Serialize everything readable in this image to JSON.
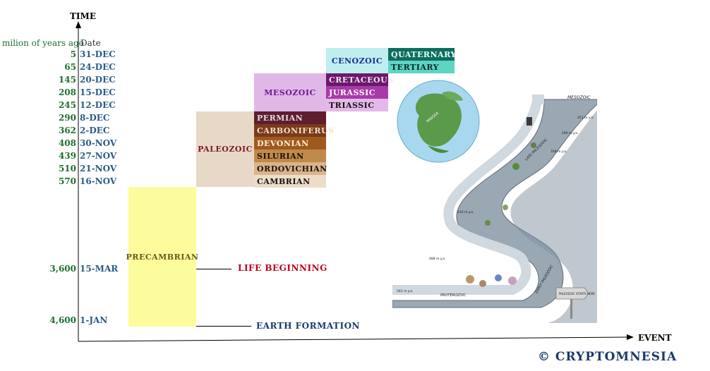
{
  "axes": {
    "y_title": "TIME",
    "x_title": "EVENT",
    "col_mya": "milion of years ago",
    "col_date": "Date"
  },
  "rows": [
    {
      "mya": "5",
      "date": "31-DEC"
    },
    {
      "mya": "65",
      "date": "24-DEC"
    },
    {
      "mya": "145",
      "date": "20-DEC"
    },
    {
      "mya": "208",
      "date": "15-DEC"
    },
    {
      "mya": "245",
      "date": "12-DEC"
    },
    {
      "mya": "290",
      "date": "8-DEC"
    },
    {
      "mya": "362",
      "date": "2-DEC"
    },
    {
      "mya": "408",
      "date": "30-NOV"
    },
    {
      "mya": "439",
      "date": "27-NOV"
    },
    {
      "mya": "510",
      "date": "21-NOV"
    },
    {
      "mya": "570",
      "date": "16-NOV"
    }
  ],
  "deep_rows": [
    {
      "mya": "3,600",
      "date": "15-MAR"
    },
    {
      "mya": "4,600",
      "date": "1-JAN"
    }
  ],
  "eras": {
    "cenozoic": "CENOZOIC",
    "mesozoic": "MESOZOIC",
    "paleozoic": "PALEOZOIC",
    "precambrian": "PRECAMBRIAN"
  },
  "periods": {
    "quaternary": "QUATERNARY",
    "tertiary": "TERTIARY",
    "cretaceous": "CRETACEOUS",
    "jurassic": "JURASSIC",
    "triassic": "TRIASSIC",
    "permian": "PERMIAN",
    "carboniferous": "CARBONIFERUS",
    "devonian": "DEVONIAN",
    "silurian": "SILURIAN",
    "ordovichian": "ORDOVICHIAN",
    "cambrian": "CAMBRIAN"
  },
  "events": {
    "life": "LIFE BEGINNING",
    "earth": "EARTH FORMATION"
  },
  "illustration": {
    "globe_label": "PANGEA",
    "road_labels": [
      "MESOZOIC",
      "LATE PALEOZOIC",
      "EARLY PALEOZOIC",
      "PROTEROZOIC"
    ],
    "sign_label": "PALEOZOIC STARTS HERE",
    "mya_marks": [
      "251 m.y.a.",
      "290 m.y.a.",
      "318 m.y.a.",
      "416 m.y.a.",
      "488 m.y.a.",
      "542 m.y.a."
    ]
  },
  "copyright": "© CRYPTOMNESIA",
  "colors": {
    "mya": "#1e6e2e",
    "date": "#2a5a8a",
    "cenozoic": "#1a2a9a",
    "mesozoic": "#6a1a8a",
    "paleozoic": "#7a1a1a",
    "precambrian": "#6a5a1a",
    "life_event": "#c0001a",
    "earth_event": "#1a3a6b"
  }
}
